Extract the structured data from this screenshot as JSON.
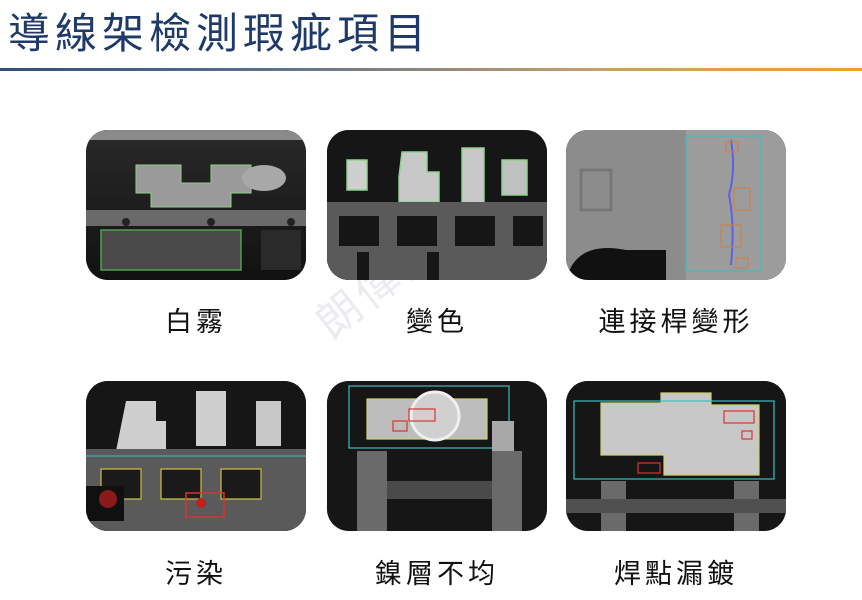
{
  "slide": {
    "title": "導線架檢測瑕疵項目",
    "watermark": "朗偉實業",
    "accent_colors": [
      "#2f4f7f",
      "#f0a030"
    ]
  },
  "items": [
    {
      "label": "白霧"
    },
    {
      "label": "變色"
    },
    {
      "label": "連接桿變形"
    },
    {
      "label": "污染"
    },
    {
      "label": "鎳層不均"
    },
    {
      "label": "焊點漏鍍"
    }
  ]
}
